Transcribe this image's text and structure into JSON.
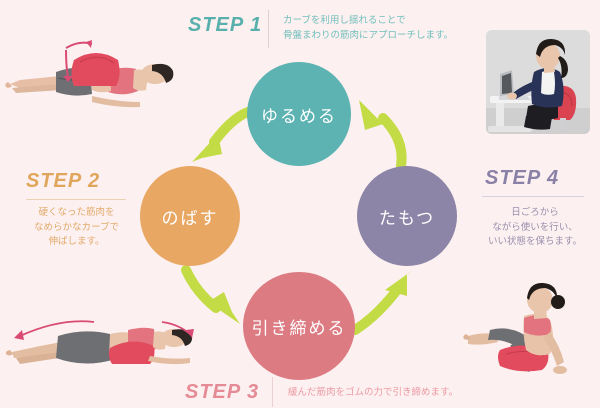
{
  "theme": {
    "background": "#fdf0f0",
    "arrow_color": "#c3dc45",
    "cushion_color": "#e24b5e"
  },
  "steps": [
    {
      "id": "step1",
      "label": "STEP 1",
      "color": "#57b0ac",
      "description": "カーブを利用し揺れることで\n骨盤まわりの筋肉にアプローチします。"
    },
    {
      "id": "step2",
      "label": "STEP 2",
      "color": "#e0a65c",
      "description": "硬くなった筋肉を\nなめらかなカーブで\n伸ばします。"
    },
    {
      "id": "step3",
      "label": "STEP 3",
      "color": "#e58b96",
      "description": "緩んだ筋肉をゴムの力で引き締めます。"
    },
    {
      "id": "step4",
      "label": "STEP 4",
      "color": "#8a81a6",
      "description": "日ごろから\nながら使いを行い、\nいい状態を保ちます。"
    }
  ],
  "cycle": {
    "top": {
      "text": "ゆるめる",
      "color": "#5cb3b2"
    },
    "left": {
      "text": "のばす",
      "color": "#e8a763"
    },
    "right": {
      "text": "たもつ",
      "color": "#8d85a8"
    },
    "bottom": {
      "text": "引き締める",
      "color": "#dd7b83"
    }
  },
  "arrows": [
    {
      "name": "arrow-top-to-left",
      "direction": "down-left"
    },
    {
      "name": "arrow-left-to-bottom",
      "direction": "down-right"
    },
    {
      "name": "arrow-bottom-to-right",
      "direction": "up-right"
    },
    {
      "name": "arrow-right-to-top",
      "direction": "up-left"
    }
  ],
  "photos": [
    {
      "name": "photo-lying-on-cushion",
      "alt": "仰向けで腰の下にクッションを置く女性"
    },
    {
      "name": "photo-stretching-on-cushion",
      "alt": "背中にクッションを置き腕を伸ばす女性"
    },
    {
      "name": "photo-desk-sitting",
      "alt": "デスクでノートパソコンを使いクッションに座る女性"
    },
    {
      "name": "photo-seated-legs-raised",
      "alt": "クッションに座り脚を上げる女性"
    }
  ]
}
